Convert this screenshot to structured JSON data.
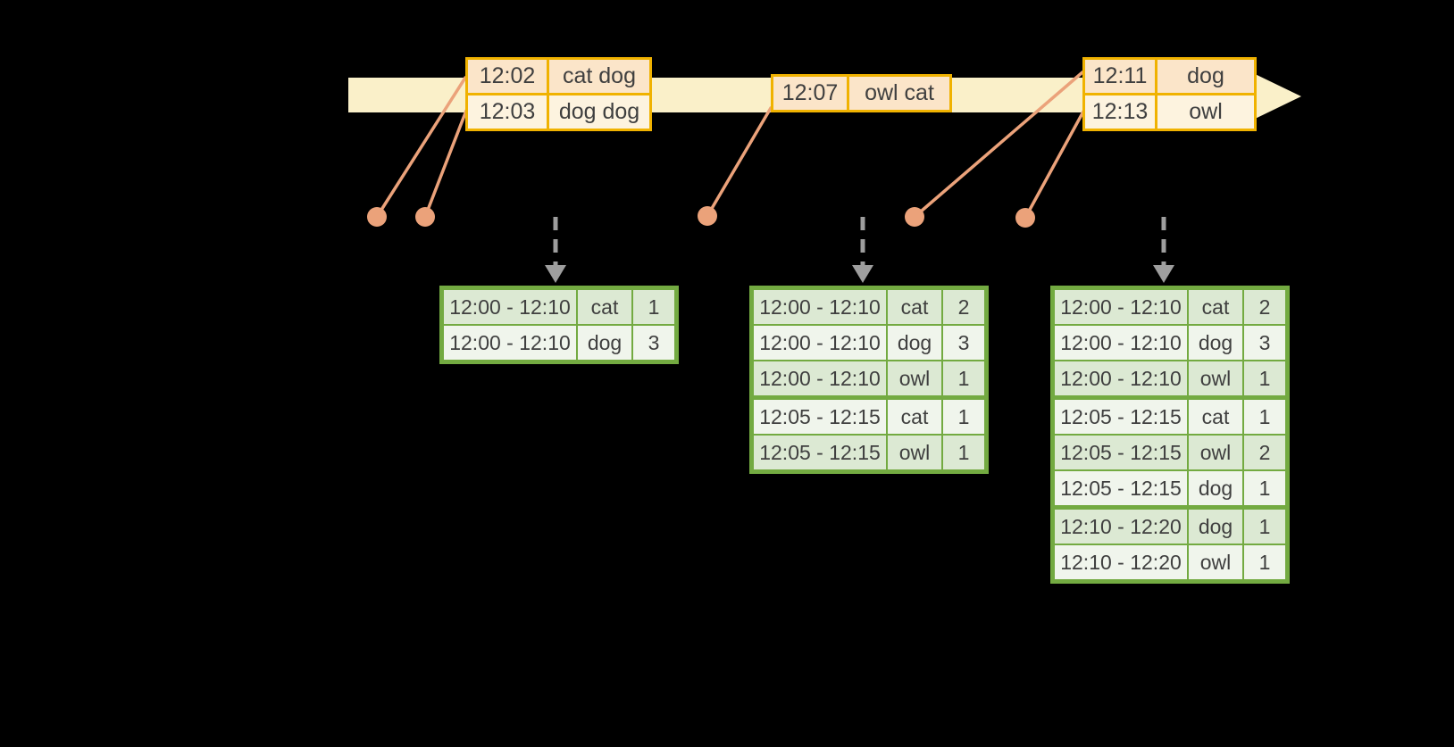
{
  "colors": {
    "background": "#000000",
    "timeline_band": "#FAF0C9",
    "event_border": "#F0B200",
    "event_fill_primary": "#FBE5C9",
    "event_fill_secondary": "#FDF3DF",
    "connector": "#EBA27A",
    "trigger_arrow": "#9E9E9E",
    "result_border": "#73AA41",
    "result_fill_dark": "#DCE9D3",
    "result_fill_light": "#F0F5EC",
    "text": "#3F3F3F"
  },
  "timeline": {
    "event_groups": [
      {
        "events": [
          {
            "time": "12:02",
            "words": "cat dog"
          },
          {
            "time": "12:03",
            "words": "dog dog"
          }
        ]
      },
      {
        "events": [
          {
            "time": "12:07",
            "words": "owl cat"
          }
        ]
      },
      {
        "events": [
          {
            "time": "12:11",
            "words": "dog"
          },
          {
            "time": "12:13",
            "words": "owl"
          }
        ]
      }
    ]
  },
  "result_tables": [
    {
      "rows": [
        {
          "window": "12:00 - 12:10",
          "word": "cat",
          "count": "1"
        },
        {
          "window": "12:00 - 12:10",
          "word": "dog",
          "count": "3"
        }
      ]
    },
    {
      "rows": [
        {
          "window": "12:00 - 12:10",
          "word": "cat",
          "count": "2"
        },
        {
          "window": "12:00 - 12:10",
          "word": "dog",
          "count": "3"
        },
        {
          "window": "12:00 - 12:10",
          "word": "owl",
          "count": "1"
        },
        {
          "window": "12:05 - 12:15",
          "word": "cat",
          "count": "1"
        },
        {
          "window": "12:05 - 12:15",
          "word": "owl",
          "count": "1"
        }
      ]
    },
    {
      "rows": [
        {
          "window": "12:00 - 12:10",
          "word": "cat",
          "count": "2"
        },
        {
          "window": "12:00 - 12:10",
          "word": "dog",
          "count": "3"
        },
        {
          "window": "12:00 - 12:10",
          "word": "owl",
          "count": "1"
        },
        {
          "window": "12:05 - 12:15",
          "word": "cat",
          "count": "1"
        },
        {
          "window": "12:05 - 12:15",
          "word": "owl",
          "count": "2"
        },
        {
          "window": "12:05 - 12:15",
          "word": "dog",
          "count": "1"
        },
        {
          "window": "12:10 - 12:20",
          "word": "dog",
          "count": "1"
        },
        {
          "window": "12:10 - 12:20",
          "word": "owl",
          "count": "1"
        }
      ]
    }
  ]
}
